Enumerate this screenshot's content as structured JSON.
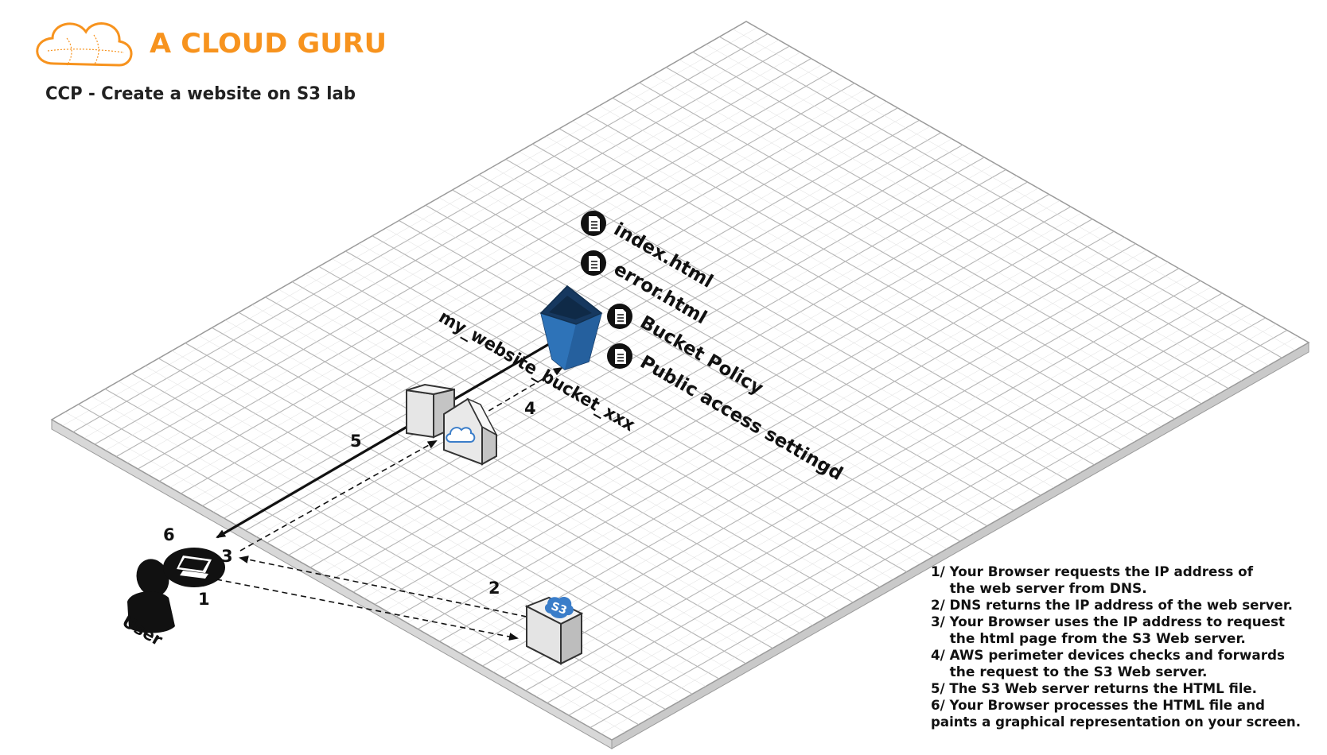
{
  "brand": {
    "name": "A CLOUD GURU",
    "color": "#F7931E"
  },
  "title": "CCP - Create a website on S3 lab",
  "bucket": {
    "name": "my_website_bucket_xxx",
    "color": "#2E73B8",
    "objects": [
      "index.html",
      "error.html",
      "Bucket Policy",
      "Public access settingd"
    ]
  },
  "user": {
    "label": "User"
  },
  "step_numbers": [
    "1",
    "2",
    "3",
    "4",
    "5",
    "6"
  ],
  "s3_server": {
    "badge": "S3",
    "badge_color": "#3A7DC9"
  },
  "steps": [
    "1/ Your Browser requests the IP address of",
    "    the web server from DNS.",
    "2/ DNS returns the IP address of the web server.",
    "3/ Your Browser uses the IP address to request",
    "    the html page from the S3 Web server.",
    "4/ AWS perimeter devices checks and forwards",
    "    the request to the S3 Web server.",
    "5/ The S3 Web server returns the HTML file.",
    "6/ Your Browser processes the HTML file and",
    "paints a graphical representation on your screen."
  ]
}
